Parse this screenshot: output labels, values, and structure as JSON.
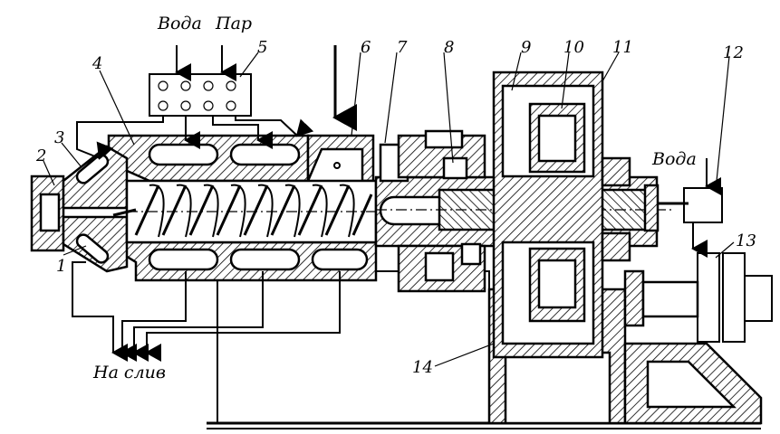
{
  "labels": {
    "water_top": "Вода",
    "steam_top": "Пар",
    "water_right": "Вода",
    "drain": "На слив"
  },
  "callouts": [
    "1",
    "2",
    "3",
    "4",
    "5",
    "6",
    "7",
    "8",
    "9",
    "10",
    "11",
    "12",
    "13",
    "14"
  ]
}
